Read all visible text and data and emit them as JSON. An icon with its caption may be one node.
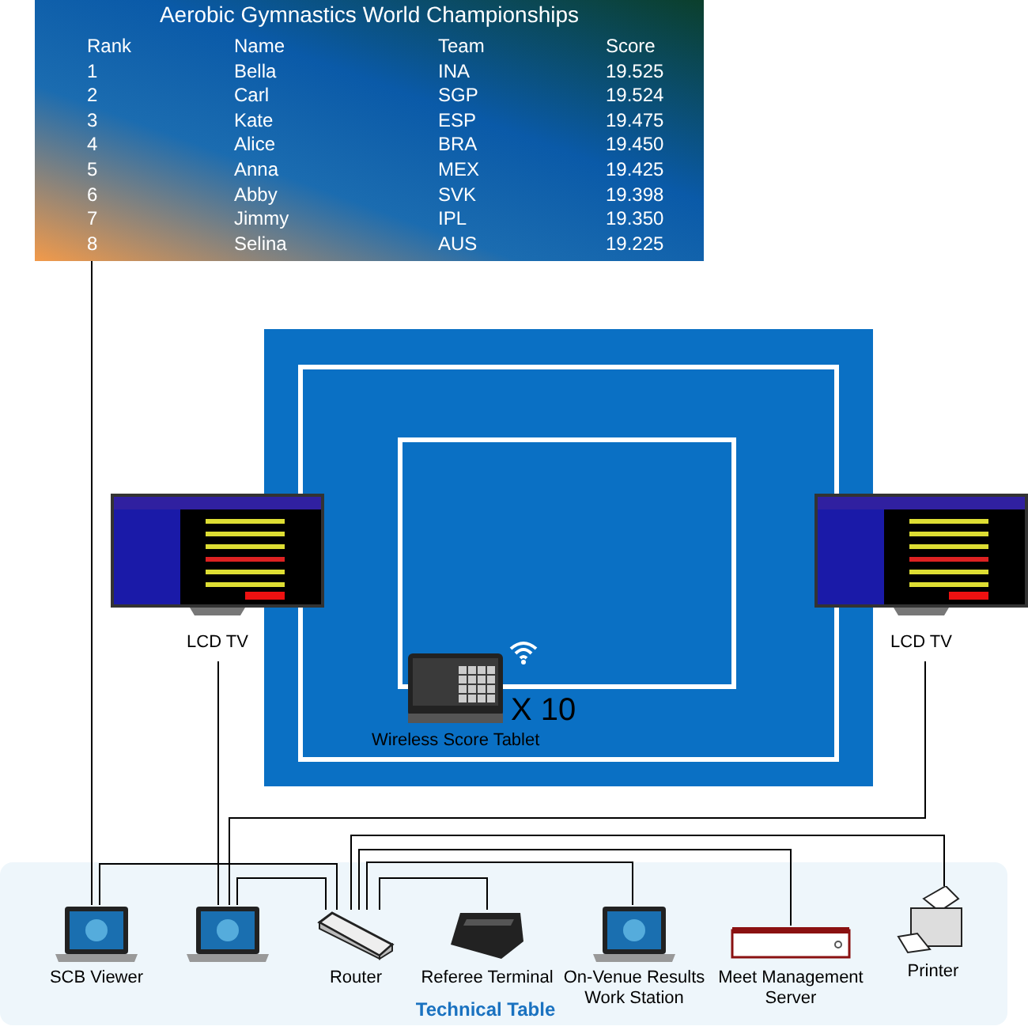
{
  "diagram": {
    "nodes": [
      {
        "text": [
          "Aerobic Gymnastics World Championships"
        ]
      },
      {
        "text": [],
        "shape": "box"
      },
      {
        "text": [
          "Wireless Score Tablet"
        ],
        "in": 1,
        "beside": [
          "X 10"
        ]
      },
      {
        "text": [],
        "shape": "picture",
        "beside": [
          "LCD TV"
        ]
      },
      {
        "text": [],
        "shape": "picture",
        "beside": [
          "LCD TV"
        ]
      },
      {
        "text": [
          "Technical Table"
        ]
      },
      {
        "text": [
          "SCB Viewer"
        ],
        "in": 5
      },
      {
        "text": [],
        "shape": "picture",
        "in": 5
      },
      {
        "text": [
          "Router"
        ],
        "in": 5
      },
      {
        "text": [
          "Referee Terminal"
        ],
        "in": 5
      },
      {
        "text": [
          "On-Venue Results Work Station"
        ],
        "in": 5
      },
      {
        "text": [
          "Meet Management Server"
        ],
        "in": 5
      },
      {
        "text": [
          "Printer"
        ],
        "in": 5
      }
    ],
    "edges": [
      {
        "from": 0,
        "to": 6,
        "arrow": "none"
      },
      {
        "from": 3,
        "to": 7,
        "arrow": "none"
      },
      {
        "from": 4,
        "to": 7,
        "arrow": "none"
      },
      {
        "from": 6,
        "to": 8,
        "arrow": "none"
      },
      {
        "from": 7,
        "to": 8,
        "arrow": "none"
      },
      {
        "from": 8,
        "to": 12,
        "arrow": "none"
      },
      {
        "from": 8,
        "to": 11,
        "arrow": "none"
      },
      {
        "from": 8,
        "to": 10,
        "arrow": "none"
      },
      {
        "from": 8,
        "to": 9,
        "arrow": "none"
      }
    ],
    "labels": [
      "Rank",
      "Name",
      "Team",
      "Score",
      "1",
      "Bella",
      "INA",
      "19.525",
      "2",
      "Carl",
      "SGP",
      "19.524",
      "3",
      "Kate",
      "ESP",
      "19.475",
      "4",
      "Alice",
      "BRA",
      "19.450",
      "5",
      "Anna",
      "MEX",
      "19.425",
      "6",
      "Abby",
      "SVK",
      "19.398",
      "7",
      "Jimmy",
      "IPL",
      "19.350",
      "8",
      "Selina",
      "AUS",
      "19.225"
    ]
  }
}
